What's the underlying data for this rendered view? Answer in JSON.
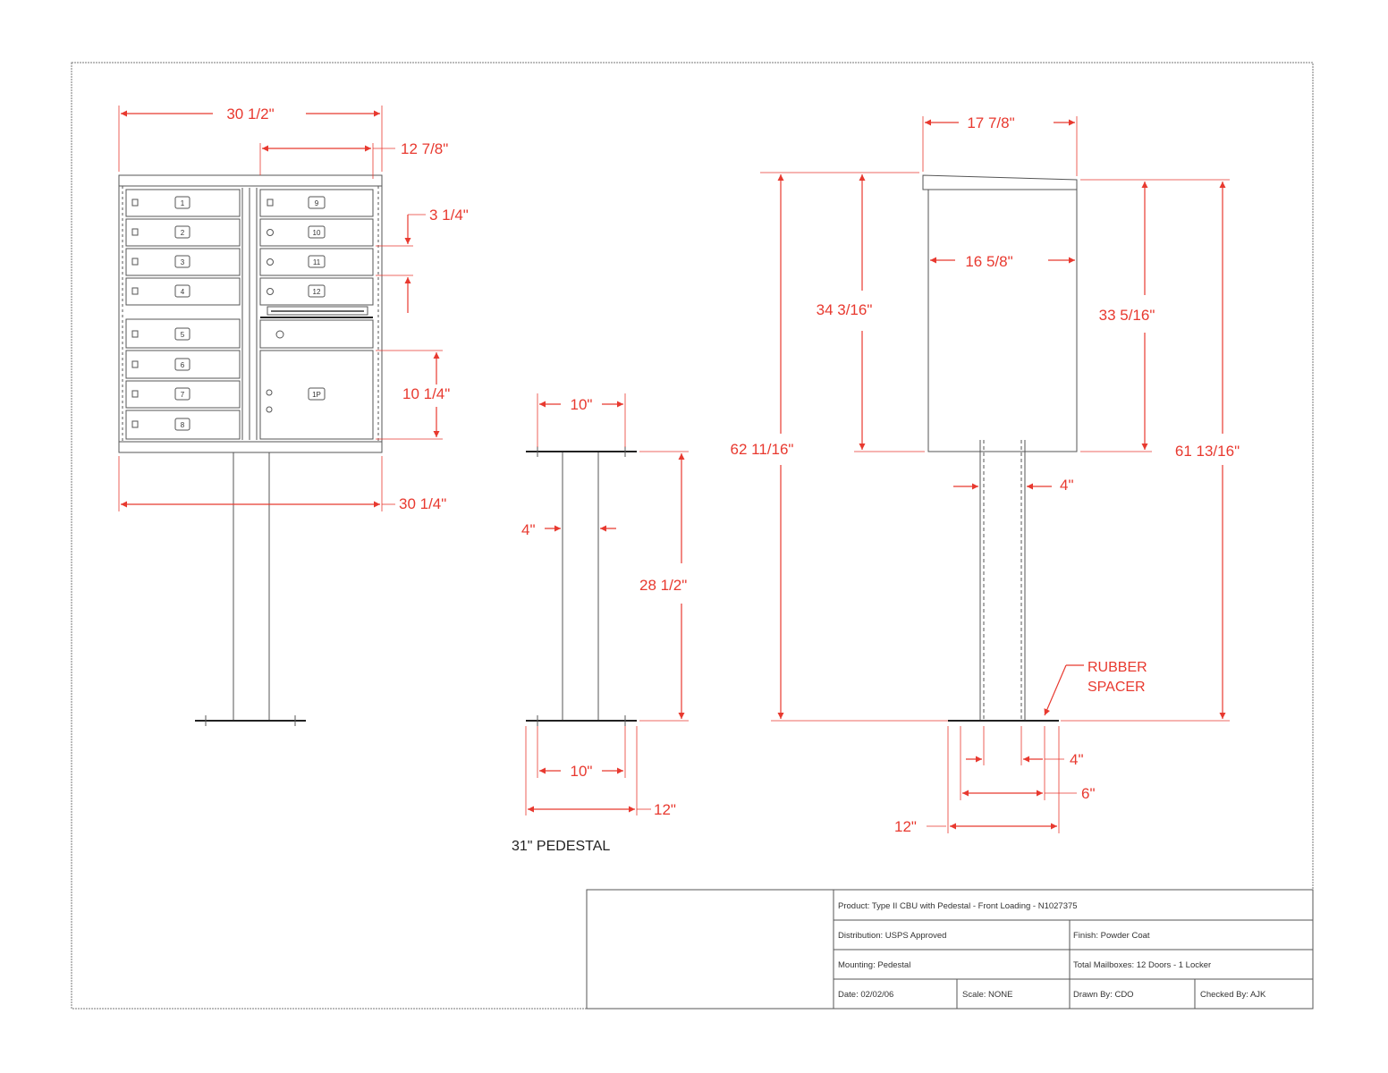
{
  "dimensions": {
    "front_width_top": "30 1/2\"",
    "front_half_width": "12 7/8\"",
    "door_height": "3 1/4\"",
    "parcel_height": "10 1/4\"",
    "front_width_bottom": "30 1/4\"",
    "ped_top_width": "10\"",
    "ped_post": "4\"",
    "ped_height": "28 1/2\"",
    "ped_base_inner": "10\"",
    "ped_base_outer": "12\"",
    "side_width_top": "17 7/8\"",
    "side_inner_width": "16 5/8\"",
    "side_box_height_left": "34 3/16\"",
    "side_box_height_right": "33 5/16\"",
    "overall_left": "62 11/16\"",
    "overall_right": "61 13/16\"",
    "side_post": "4\"",
    "side_base_post": "4\"",
    "side_base_mid": "6\"",
    "side_base_outer": "12\""
  },
  "labels": {
    "pedestal": "31\" PEDESTAL",
    "rubber_line1": "RUBBER",
    "rubber_line2": "SPACER"
  },
  "doors": {
    "left": [
      "1",
      "2",
      "3",
      "4",
      "5",
      "6",
      "7",
      "8"
    ],
    "right": [
      "9",
      "10",
      "11",
      "12"
    ],
    "parcel": "1P"
  },
  "title_block": {
    "product": "Product: Type II CBU with Pedestal - Front Loading - N1027375",
    "distribution": "Distribution: USPS Approved",
    "finish": "Finish: Powder Coat",
    "mounting": "Mounting: Pedestal",
    "total": "Total Mailboxes: 12 Doors - 1 Locker",
    "date": "Date: 02/02/06",
    "scale": "Scale: NONE",
    "drawn": "Drawn By: CDO",
    "checked": "Checked By: AJK"
  },
  "colors": {
    "dimension": "#e8392f",
    "line": "#555555"
  }
}
